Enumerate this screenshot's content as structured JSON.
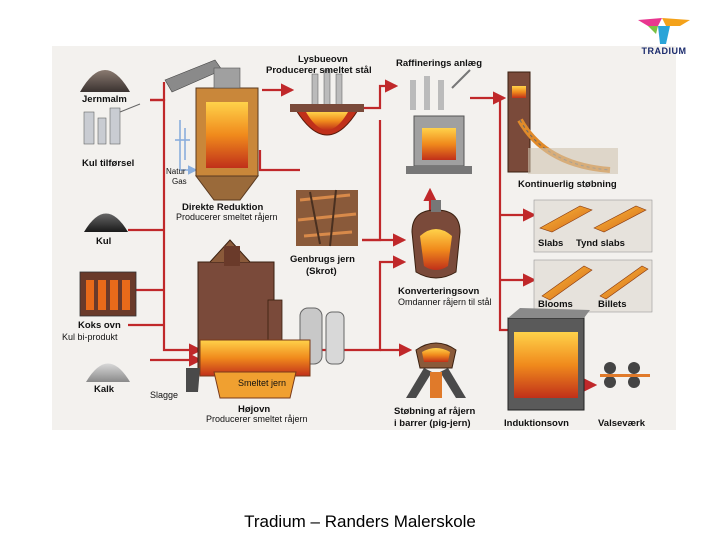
{
  "labels": {
    "jernmalm": "Jernmalm",
    "kul_tilforsel": "Kul tilførsel",
    "natur_gas_1": "Natur",
    "natur_gas_2": "Gas",
    "direkte_reduktion": "Direkte Reduktion",
    "direkte_reduktion_sub": "Producerer smeltet råjern",
    "kul": "Kul",
    "koks_ovn": "Koks ovn",
    "kul_biprodukt": "Kul bi-produkt",
    "kalk": "Kalk",
    "slagge": "Slagge",
    "smeltet_jern": "Smeltet jern",
    "hojovn": "Højovn",
    "hojovn_sub": "Producerer smeltet råjern",
    "lysbueovn": "Lysbueovn",
    "lysbueovn_sub": "Producerer smeltet stål",
    "raffinerings_anlaeg": "Raffinerings anlæg",
    "genbrugs_jern": "Genbrugs jern",
    "genbrugs_jern_sub": "(Skrot)",
    "konverteringsovn": "Konverteringsovn",
    "konverteringsovn_sub": "Omdanner råjern til stål",
    "stobning_raajern_1": "Støbning af råjern",
    "stobning_raajern_2": "i barrer (pig-jern)",
    "kontinuerlig_stobning": "Kontinuerlig støbning",
    "slabs": "Slabs",
    "tynd_slabs": "Tynd slabs",
    "blooms": "Blooms",
    "billets": "Billets",
    "induktionsovn": "Induktionsovn",
    "valsevaerk": "Valseværk"
  },
  "logo": {
    "text": "TRADIUM"
  },
  "footer": {
    "text": "Tradium – Randers Malerskole"
  },
  "colors": {
    "flow_arrow": "#c0282a",
    "gas_arrow": "#8aaedd",
    "molten": "#f08a1c",
    "furnace_body": "#7a4a3a",
    "background_panel": "#f3f1ee",
    "logo_blue": "#1a2a6c"
  }
}
